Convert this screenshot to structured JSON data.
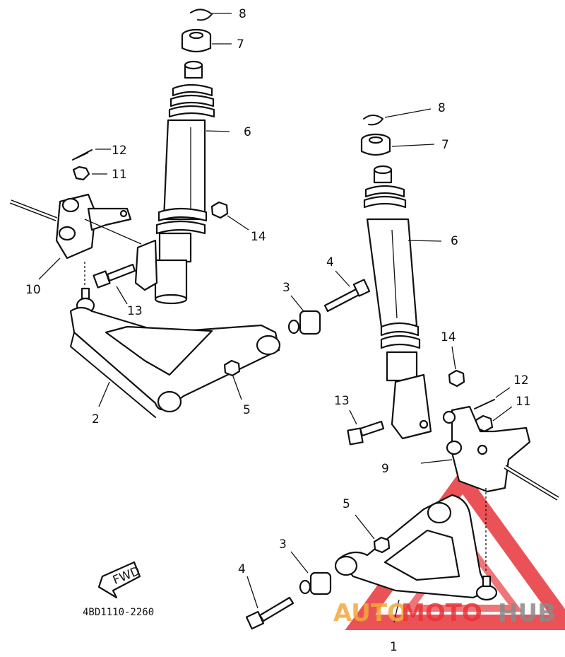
{
  "diagram": {
    "code": "4BD1110-2260",
    "fwd_label": "FWD",
    "callouts_left": [
      "8",
      "7",
      "6",
      "12",
      "11",
      "14",
      "10",
      "13",
      "2",
      "5"
    ],
    "callouts_mid": [
      "4",
      "3"
    ],
    "callouts_right": [
      "8",
      "7",
      "6",
      "14",
      "12",
      "11",
      "13",
      "9",
      "5",
      "3",
      "4",
      "1"
    ]
  },
  "watermark": {
    "text_part1": "AUTO",
    "text_part2": "MOTO",
    "text_part3": "HUB",
    "color_red": "#e8343a",
    "color_gold": "#f2a93b",
    "color_gray": "#8a8a8a"
  }
}
